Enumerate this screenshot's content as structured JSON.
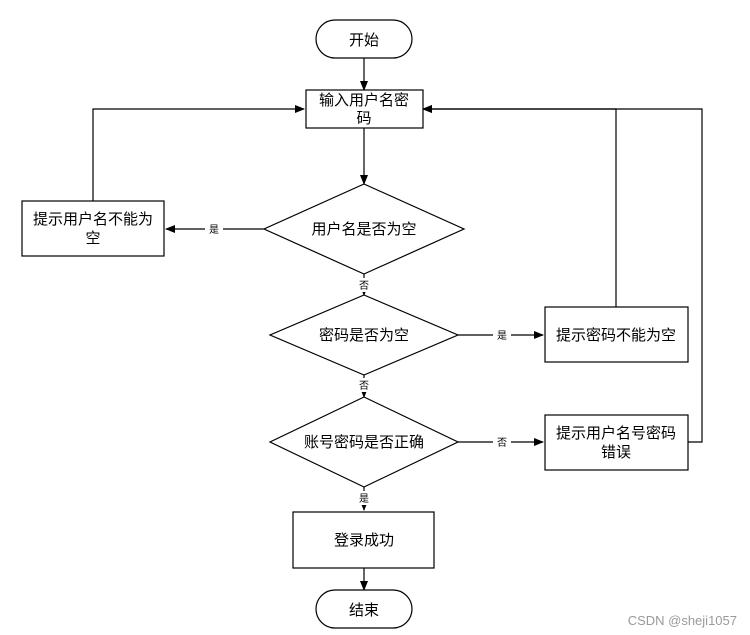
{
  "nodes": {
    "start": "开始",
    "input_line1": "输入用户名密",
    "input_line2": "码",
    "check_username": "用户名是否为空",
    "warn_username_line1": "提示用户名不能为",
    "warn_username_line2": "空",
    "check_password": "密码是否为空",
    "warn_password": "提示密码不能为空",
    "check_account": "账号密码是否正确",
    "warn_account_line1": "提示用户名号密码",
    "warn_account_line2": "错误",
    "success": "登录成功",
    "end": "结束"
  },
  "edge_labels": {
    "username_yes": "是",
    "username_no": "否",
    "password_yes": "是",
    "password_no": "否",
    "account_no": "否",
    "account_yes": "是"
  },
  "watermark": "CSDN @sheji1057"
}
